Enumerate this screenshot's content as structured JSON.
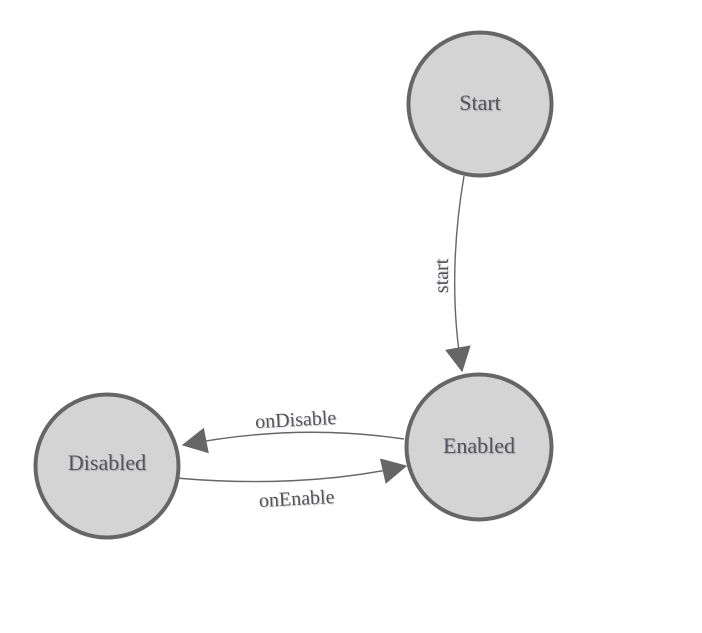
{
  "diagram": {
    "type": "state-machine",
    "nodes": [
      {
        "id": "start",
        "label": "Start"
      },
      {
        "id": "enabled",
        "label": "Enabled"
      },
      {
        "id": "disabled",
        "label": "Disabled"
      }
    ],
    "edges": [
      {
        "from": "Start",
        "to": "Enabled",
        "label": "start"
      },
      {
        "from": "Enabled",
        "to": "Disabled",
        "label": "onDisable"
      },
      {
        "from": "Disabled",
        "to": "Enabled",
        "label": "onEnable"
      }
    ],
    "colors": {
      "background": "#ffffff",
      "node_fill": "#d4d4d4",
      "node_stroke": "#666666",
      "edge_stroke": "#666666",
      "arrow_fill": "#666666",
      "label_text": "#54555c"
    }
  }
}
